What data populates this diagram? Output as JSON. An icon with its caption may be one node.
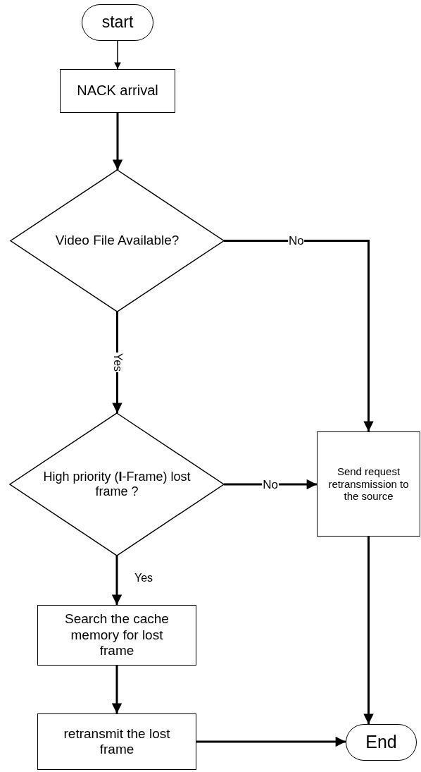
{
  "diagram": {
    "nodes": [
      {
        "text": [
          "start"
        ]
      },
      {
        "text": [
          "NACK arrival"
        ]
      },
      {
        "text": [
          "Video File Available?"
        ]
      },
      {
        "text": [
          "High priority (**I**-Frame) lost frame ?"
        ]
      },
      {
        "text": [
          "Send request retransmission to the source"
        ]
      },
      {
        "text": [
          "Search the cache memory for lost frame"
        ]
      },
      {
        "text": [
          "retransmit the lost frame"
        ]
      },
      {
        "text": [
          "End"
        ]
      }
    ],
    "edges": [
      {
        "from": 0,
        "to": 1,
        "arrow": "to"
      },
      {
        "from": 1,
        "to": 2,
        "arrow": "to"
      },
      {
        "from": 2,
        "to": 4,
        "arrow": "to",
        "label": "No"
      },
      {
        "from": 2,
        "to": 3,
        "arrow": "to",
        "label": "Yes"
      },
      {
        "from": 3,
        "to": 4,
        "arrow": "to",
        "label": "No"
      },
      {
        "from": 3,
        "to": 5,
        "arrow": "to",
        "label": "Yes"
      },
      {
        "from": 5,
        "to": 6,
        "arrow": "to"
      },
      {
        "from": 4,
        "to": 7,
        "arrow": "to"
      },
      {
        "from": 6,
        "to": 7,
        "arrow": "to"
      }
    ]
  }
}
